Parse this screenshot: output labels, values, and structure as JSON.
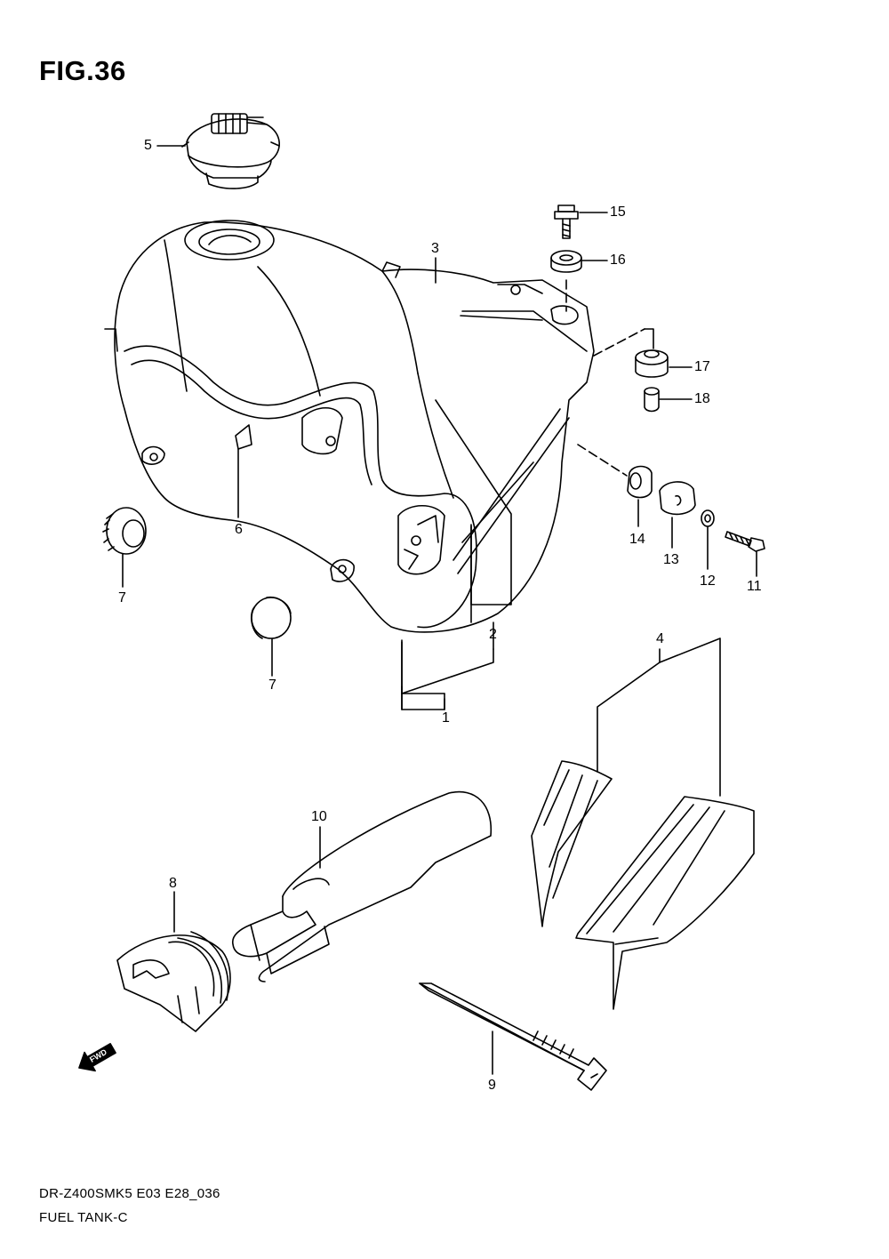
{
  "figure": {
    "title": "FIG.36"
  },
  "callouts": {
    "p1": "1",
    "p2": "2",
    "p3": "3",
    "p4": "4",
    "p5": "5",
    "p6": "6",
    "p7a": "7",
    "p7b": "7",
    "p8": "8",
    "p9": "9",
    "p10": "10",
    "p11": "11",
    "p12": "12",
    "p13": "13",
    "p14": "14",
    "p15": "15",
    "p16": "16",
    "p17": "17",
    "p18": "18"
  },
  "fwd_arrow": {
    "label": "FWD"
  },
  "footer": {
    "model_code": "DR-Z400SMK5 E03 E28_036",
    "group_name": "FUEL TANK-C"
  },
  "colors": {
    "ink": "#000000",
    "paper": "#ffffff"
  }
}
